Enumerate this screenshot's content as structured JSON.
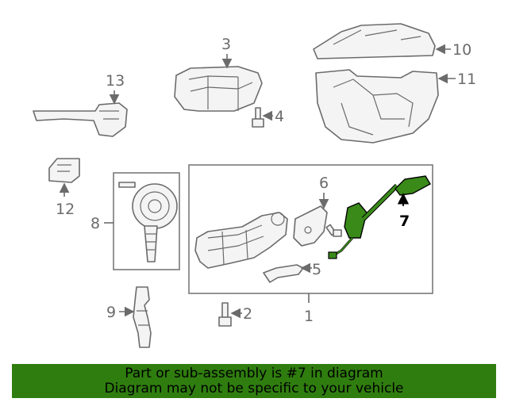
{
  "callouts": {
    "c1": "1",
    "c2": "2",
    "c3": "3",
    "c4": "4",
    "c5": "5",
    "c6": "6",
    "c7": "7",
    "c8": "8",
    "c9": "9",
    "c10": "10",
    "c11": "11",
    "c12": "12",
    "c13": "13"
  },
  "highlight": {
    "part": "7",
    "color": "#3a8a1a"
  },
  "banner": {
    "line1": "Part or sub-assembly is #7 in diagram",
    "line2": "Diagram may not be specific to your vehicle",
    "background": "#2f7d0f"
  }
}
